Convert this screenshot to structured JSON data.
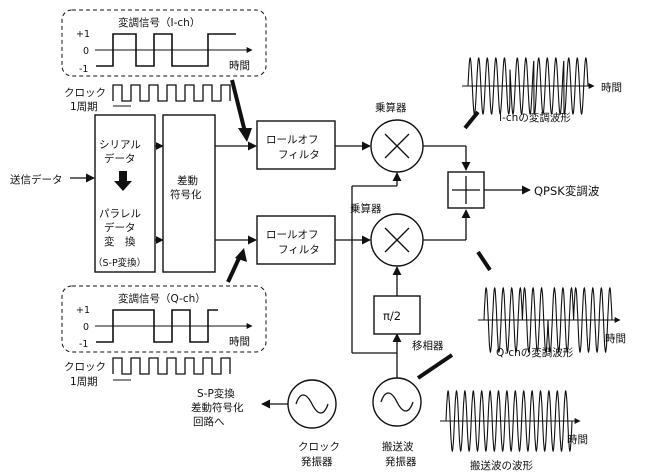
{
  "labels": {
    "input": "送信データ",
    "serial": "シリアル",
    "serial2": "データ",
    "parallel": "パラレル",
    "parallel2": "データ",
    "parallel3": "変　換",
    "sp_note": "（S-P変換）",
    "diff1": "差動",
    "diff2": "符号化",
    "rolloff_a": "ロールオフ",
    "rolloff_b": "フィルタ",
    "mult": "乗算器",
    "pi2": "π/2",
    "phase": "移相器",
    "qpsk": "QPSK変調波",
    "ich_title": "変調信号（I-ch）",
    "qch_title": "変調信号（Q-ch）",
    "plus1": "+1",
    "zero": "0",
    "minus1": "-1",
    "time": "時間",
    "clock": "クロック",
    "period": "1周期",
    "ich_wave": "I-chの変調波形",
    "qch_wave": "Q-chの変調波形",
    "carrier_wave": "搬送波の波形",
    "sp_a": "S-P変換",
    "sp_b": "差動符号化",
    "sp_c": "回路へ",
    "clk_osc_a": "クロック",
    "clk_osc_b": "発振器",
    "car_osc_a": "搬送波",
    "car_osc_b": "発振器"
  }
}
